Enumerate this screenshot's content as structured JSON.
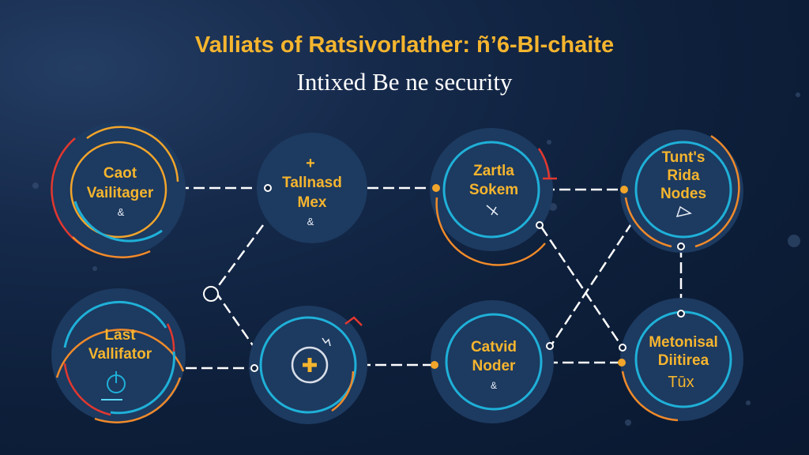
{
  "header": {
    "title": "Valliats of Ratsivorlather: ñ’6-Bl-chaite",
    "subtitle": "Intixed Be ne security"
  },
  "nodes": [
    {
      "line1": "Caot",
      "line2": "Vailitager"
    },
    {
      "line1": "Tallnasd",
      "line2": "Mex"
    },
    {
      "line1": "Zartla",
      "line2": "Sokem"
    },
    {
      "line1": "Tunt's",
      "line2": "Rida",
      "line3": "Nodes"
    },
    {
      "line1": "Last",
      "line2": "Vallifator"
    },
    {
      "icon": "plus-icon"
    },
    {
      "line1": "Catvid",
      "line2": "Noder"
    },
    {
      "line1": "Metonisal",
      "line2": "Diitirea",
      "line3": "Tūx"
    }
  ],
  "colors": {
    "background": "#0d1f3a",
    "node": "#1d3a60",
    "accent": "#f5b52e",
    "ring": "#1fb0d8",
    "arc": "#f08a2a",
    "alert": "#e2382f"
  }
}
